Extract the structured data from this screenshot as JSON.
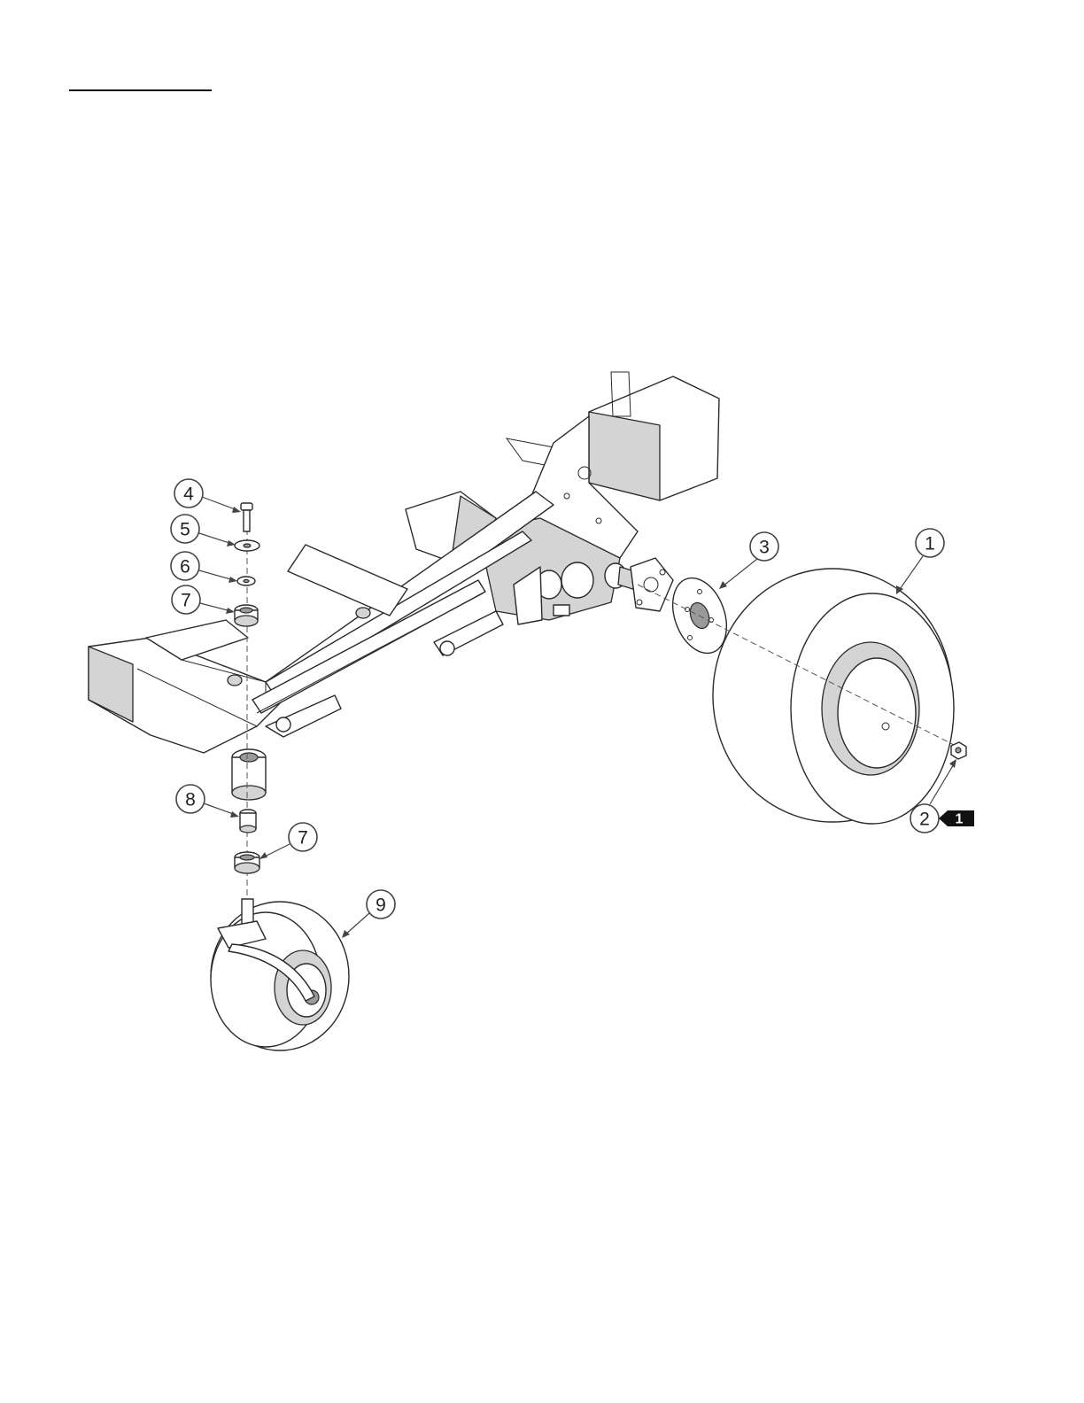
{
  "callouts": [
    {
      "id": "c1",
      "label": "1"
    },
    {
      "id": "c2",
      "label": "2"
    },
    {
      "id": "c3",
      "label": "3"
    },
    {
      "id": "c4",
      "label": "4"
    },
    {
      "id": "c5",
      "label": "5"
    },
    {
      "id": "c6",
      "label": "6"
    },
    {
      "id": "c7a",
      "label": "7"
    },
    {
      "id": "c7b",
      "label": "7"
    },
    {
      "id": "c8",
      "label": "8"
    },
    {
      "id": "c9",
      "label": "9"
    }
  ],
  "note_tag": {
    "label": "1"
  }
}
